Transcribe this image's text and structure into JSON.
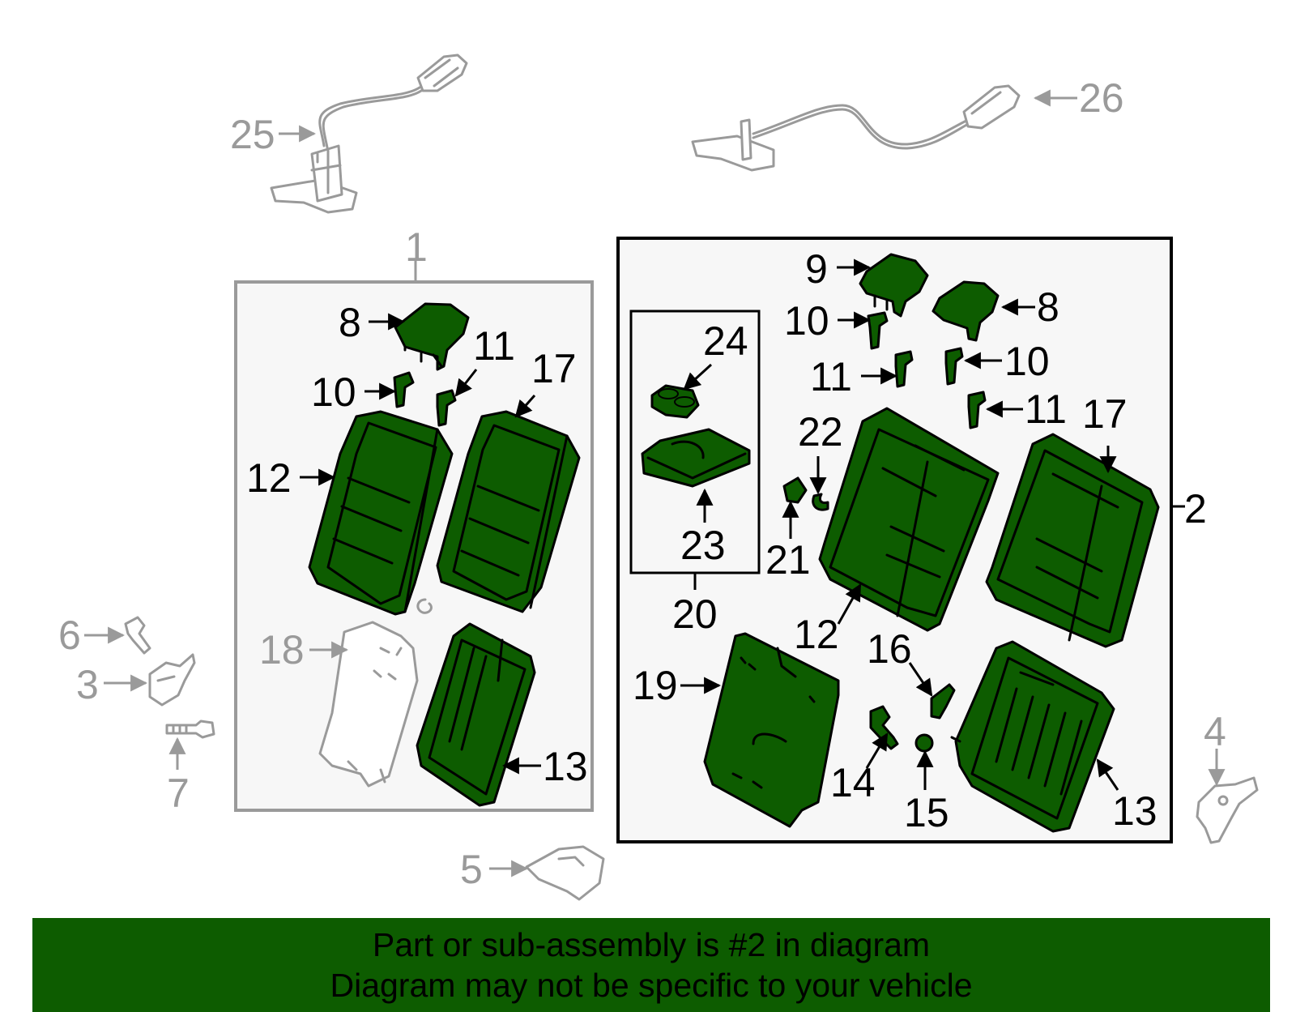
{
  "colors": {
    "highlight_green": "#0d5c00",
    "gray_line": "#9a9a9a",
    "panel_fill": "#f7f7f7",
    "banner_background": "#0d5c00"
  },
  "banner": {
    "line1": "Part or sub-assembly is #2 in diagram",
    "line2": "Diagram may not be specific to your vehicle"
  },
  "callouts": {
    "c1": "1",
    "c2": "2",
    "c3": "3",
    "c4": "4",
    "c5": "5",
    "c6": "6",
    "c7": "7",
    "c8_left": "8",
    "c8_right": "8",
    "c9": "9",
    "c10_left": "10",
    "c10_right_a": "10",
    "c10_right_b": "10",
    "c11_left": "11",
    "c11_right_a": "11",
    "c11_right_b": "11",
    "c12_left": "12",
    "c12_right": "12",
    "c13_left": "13",
    "c13_right": "13",
    "c14": "14",
    "c15": "15",
    "c16": "16",
    "c17_left": "17",
    "c17_right": "17",
    "c18": "18",
    "c19": "19",
    "c20": "20",
    "c21": "21",
    "c22": "22",
    "c23": "23",
    "c24": "24",
    "c25": "25",
    "c26": "26"
  },
  "icons": {
    "headrest": "headrest-icon",
    "guide": "headrest-guide-icon",
    "seatback_cover": "seatback-cover-icon",
    "seatback_frame": "seatback-frame-icon",
    "pad": "pad-icon",
    "armrest": "armrest-icon",
    "cupholder": "cupholder-icon",
    "bolt": "bolt-icon",
    "hinge": "hinge-bracket-icon",
    "cable": "release-cable-icon",
    "latch": "latch-icon"
  }
}
